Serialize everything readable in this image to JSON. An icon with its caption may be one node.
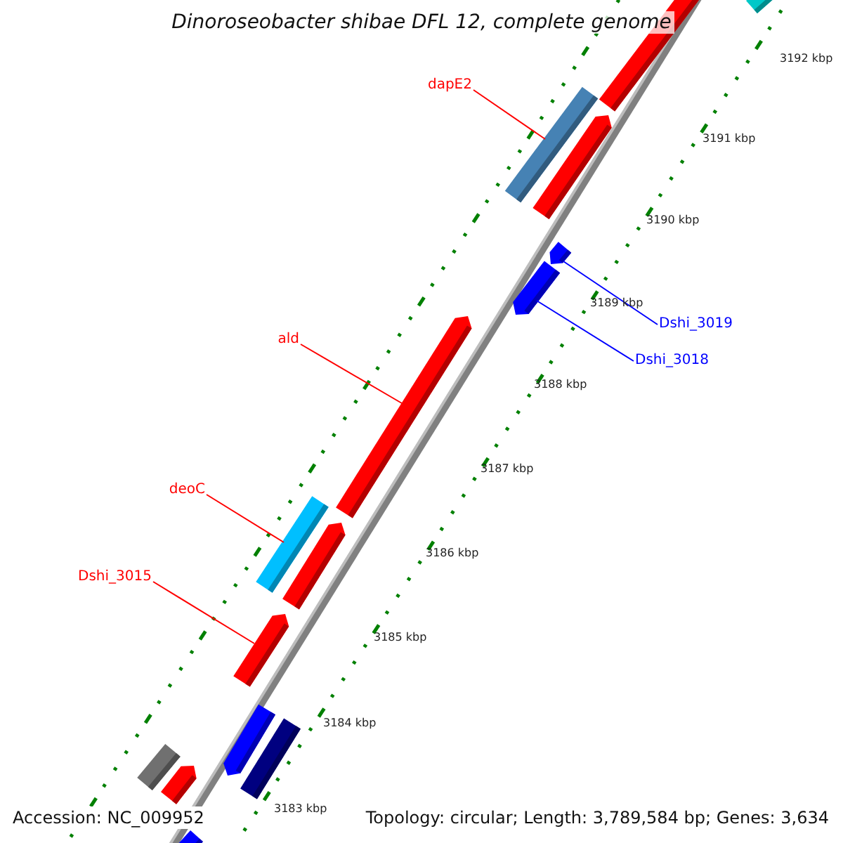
{
  "diagram": {
    "title": "Dinoroseobacter shibae DFL 12, complete genome",
    "nodes": [
      {
        "text": [],
        "shape": "bar"
      },
      {
        "text": [],
        "shape": "bar"
      },
      {
        "text": [
          "dapE2"
        ]
      },
      {
        "text": [],
        "shape": "bar"
      },
      {
        "text": [],
        "shape": "bar"
      },
      {
        "text": [],
        "shape": "bar"
      },
      {
        "text": [],
        "shape": "bar"
      },
      {
        "text": [
          "Dshi_3019"
        ]
      },
      {
        "text": [
          "ald"
        ]
      },
      {
        "text": [
          "Dshi_3018"
        ]
      },
      {
        "text": [],
        "shape": "bar"
      },
      {
        "text": [
          "deoC"
        ]
      },
      {
        "text": [],
        "shape": "bar"
      },
      {
        "text": [],
        "shape": "bar"
      },
      {
        "text": [
          "Dshi_3015"
        ]
      },
      {
        "text": [],
        "shape": "bar"
      },
      {
        "text": [],
        "shape": "bar"
      },
      {
        "text": [],
        "shape": "bar"
      },
      {
        "text": [],
        "shape": "bar"
      },
      {
        "text": [],
        "shape": "bar"
      },
      {
        "text": [],
        "shape": "bar"
      }
    ],
    "edges": [
      {
        "from": 2,
        "to": 3,
        "arrow": "none"
      },
      {
        "from": 7,
        "to": 5,
        "arrow": "none",
        "color": "#0000ff"
      },
      {
        "from": 8,
        "to": 10,
        "arrow": "none"
      },
      {
        "from": 9,
        "to": 6,
        "arrow": "none",
        "color": "#0000ff"
      },
      {
        "from": 11,
        "to": 12,
        "arrow": "none"
      },
      {
        "from": 14,
        "to": 15,
        "arrow": "none"
      }
    ],
    "labels": [
      "3192 kbp",
      "3191 kbp",
      "3190 kbp",
      "3189 kbp",
      "3188 kbp",
      "3187 kbp",
      "3186 kbp",
      "3185 kbp",
      "3184 kbp",
      "3183 kbp",
      "Accession: NC_009952",
      "Topology: circular; Length: 3,789,584 bp; Genes: 3,634"
    ]
  }
}
